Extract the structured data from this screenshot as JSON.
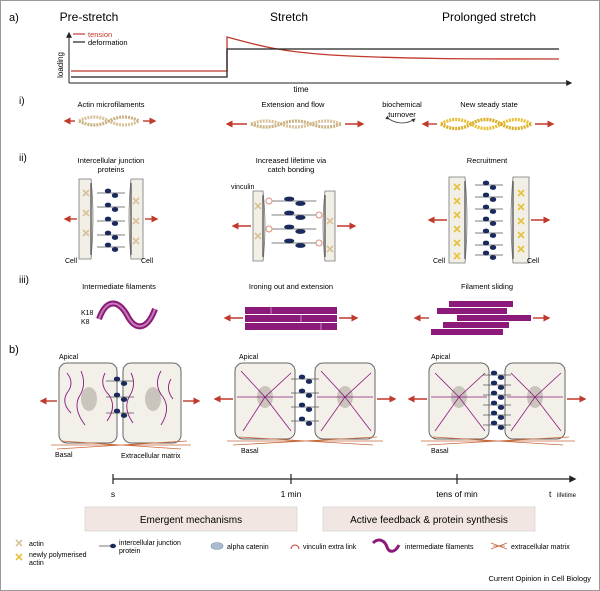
{
  "panel_a": {
    "label": "a)",
    "phases": [
      "Pre-stretch",
      "Stretch",
      "Prolonged stretch"
    ],
    "y_label": "loading",
    "x_label": "time",
    "legend": {
      "tension": "tension",
      "deformation": "deformation"
    }
  },
  "rows": {
    "i": {
      "label": "i)",
      "titles": [
        "Actin microfilaments",
        "Extension and flow",
        "New steady state"
      ],
      "turnover": [
        "biochemical",
        "turnover"
      ]
    },
    "ii": {
      "label": "ii)",
      "titles": [
        "Intercellular junction",
        "proteins",
        "Increased lifetime via",
        "catch bonding",
        "Recruitment"
      ],
      "vinculin": "vinculin",
      "cell": "Cell"
    },
    "iii": {
      "label": "iii)",
      "titles": [
        "Intermediate filaments",
        "Ironing out and extension",
        "Filament sliding"
      ],
      "k18": "K18",
      "k8": "K8"
    }
  },
  "panel_b": {
    "label": "b)",
    "apical": "Apical",
    "basal": "Basal",
    "ecm": "Extracellular matrix",
    "timeline": {
      "ticks": [
        "s",
        "1 min",
        "tens of min"
      ],
      "axis": "t",
      "axis_sub": "lifetime"
    },
    "boxes": [
      "Emergent mechanisms",
      "Active feedback & protein synthesis"
    ]
  },
  "legend": {
    "actin": "actin",
    "new_actin": [
      "newly polymerised",
      "actin"
    ],
    "junction": [
      "intercellular junction",
      "protein"
    ],
    "alpha": "alpha catenin",
    "vinculin": "vinculin extra link",
    "if": "intermediate filaments",
    "ecm": "extracellular matrix"
  },
  "footer": "Current Opinion in Cell Biology",
  "colors": {
    "tension": "#c0392b",
    "arrow": "#c0392b",
    "actin": "#d9c29a",
    "new_actin": "#e8c13a",
    "junction": "#1b2a5c",
    "filament": "#8b1a7a",
    "box": "#f2e6e2"
  }
}
